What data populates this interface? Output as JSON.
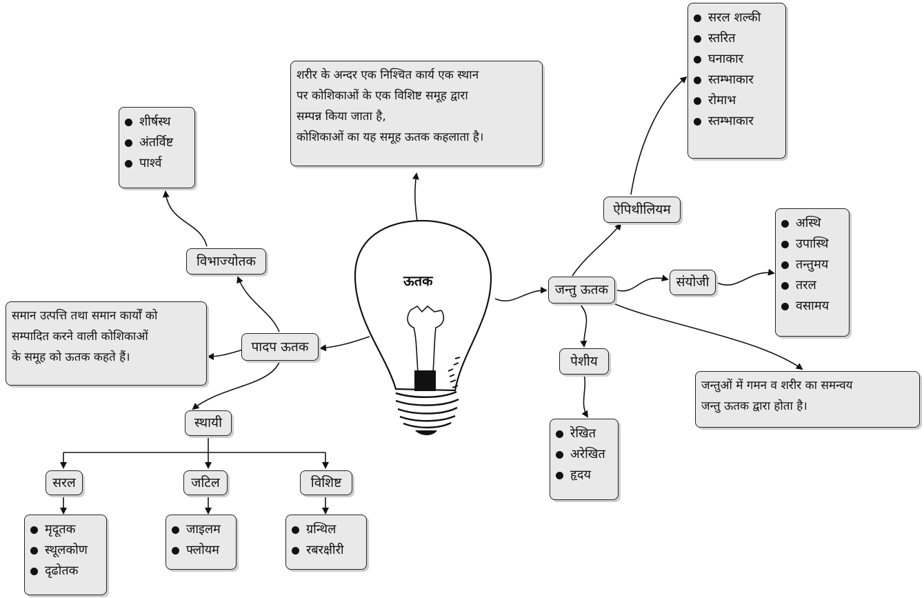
{
  "center_label": "ऊतक",
  "definition": [
    "शरीर के अन्दर एक निश्चित कार्य एक स्थान",
    "पर कोशिकाओं के एक विशिष्ट समूह द्वारा",
    "सम्पन्न किया जाता है,",
    "कोशिकाओं का यह समूह ऊतक कहलाता है।"
  ],
  "plant": {
    "label": "पादप ऊतक",
    "definition": [
      "समान उत्पत्ति तथा समान कार्यों को",
      "सम्पादित करने वाली कोशिकाओं",
      "के समूह को ऊतक कहते हैं।"
    ],
    "meristematic": {
      "label": "विभाज्योतक",
      "items": [
        "शीर्षस्थ",
        "अंतर्विष्ट",
        "पार्श्व"
      ]
    },
    "permanent": {
      "label": "स्थायी",
      "simple": {
        "label": "सरल",
        "items": [
          "मृदूतक",
          "स्थूलकोण",
          "दृढोतक"
        ]
      },
      "complex": {
        "label": "जटिल",
        "items": [
          "जाइलम",
          "फ्लोयम"
        ]
      },
      "special": {
        "label": "विशिष्ट",
        "items": [
          "ग्रन्थिल",
          "रबरक्षीरी"
        ]
      }
    }
  },
  "animal": {
    "label": "जन्तु ऊतक",
    "definition": [
      "जन्तुओं में गमन व शरीर का समन्वय",
      "जन्तु ऊतक द्वारा होता है।"
    ],
    "epithelium": {
      "label": "ऐपिथीलियम",
      "items": [
        "सरल शल्की",
        "स्तरित",
        "घनाकार",
        "स्तम्भाकार",
        "रोमाभ",
        "स्तम्भाकार"
      ]
    },
    "connective": {
      "label": "संयोजी",
      "items": [
        "अस्थि",
        "उपास्थि",
        "तन्तुमय",
        "तरल",
        "वसामय"
      ]
    },
    "muscular": {
      "label": "पेशीय",
      "items": [
        "रेखित",
        "अरेखित",
        "हृदय"
      ]
    }
  }
}
